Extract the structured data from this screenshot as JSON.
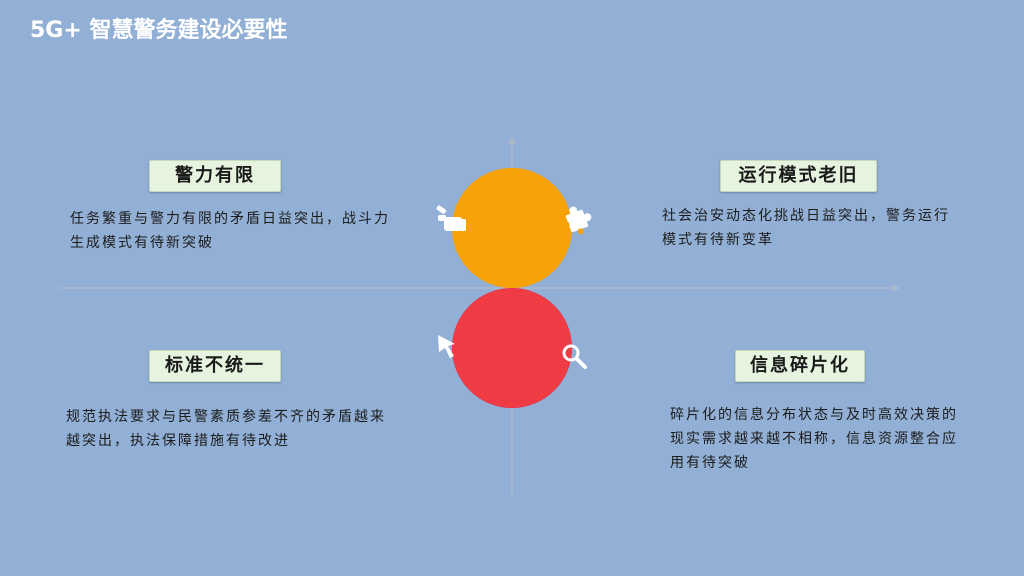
{
  "title": "5G+ 智慧警务建设必要性",
  "quadrants": [
    {
      "label": "警力有限",
      "text": "任务繁重与警力有限的矛盾日益突出，战斗力生成模式有待新突破",
      "color": "#ec7a0a",
      "icon": "pointing-hand-icon"
    },
    {
      "label": "运行模式老旧",
      "text": "社会治安动态化挑战日益突出，警务运行模式有待新变革",
      "color": "#f7a208",
      "icon": "puzzle-piece-icon"
    },
    {
      "label": "标准不统一",
      "text": "规范执法要求与民警素质参差不齐的矛盾越来越突出，执法保障措施有待改进",
      "color": "#7b45ee",
      "icon": "cursor-arrow-icon"
    },
    {
      "label": "信息碎片化",
      "text": "碎片化的信息分布状态与及时高效决策的现实需求越来越不相称，信息资源整合应用有待突破",
      "color": "#ee3b44",
      "icon": "magnifier-icon"
    }
  ]
}
